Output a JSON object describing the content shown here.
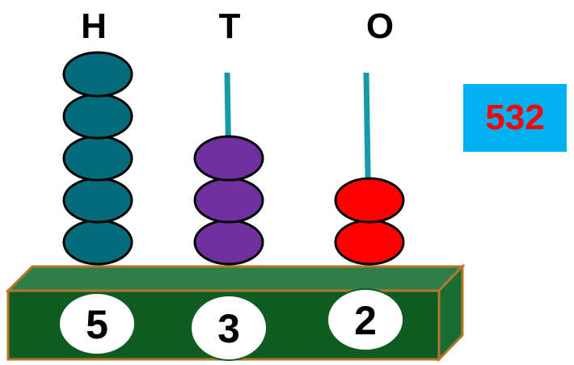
{
  "place_values": [
    {
      "label": "H",
      "digit": "5",
      "beads": 5,
      "bead_color": "#036b7a"
    },
    {
      "label": "T",
      "digit": "3",
      "beads": 3,
      "bead_color": "#7030a0"
    },
    {
      "label": "O",
      "digit": "2",
      "beads": 2,
      "bead_color": "#ff0000"
    }
  ],
  "number": "532",
  "colors": {
    "rod": "#1799a8",
    "base_front": "#0e5c22",
    "base_top": "#2e7d4a",
    "base_side": "#1b6b34",
    "base_border": "#b5782a",
    "number_box": "#00b0f0",
    "number_text": "#ff0000"
  }
}
